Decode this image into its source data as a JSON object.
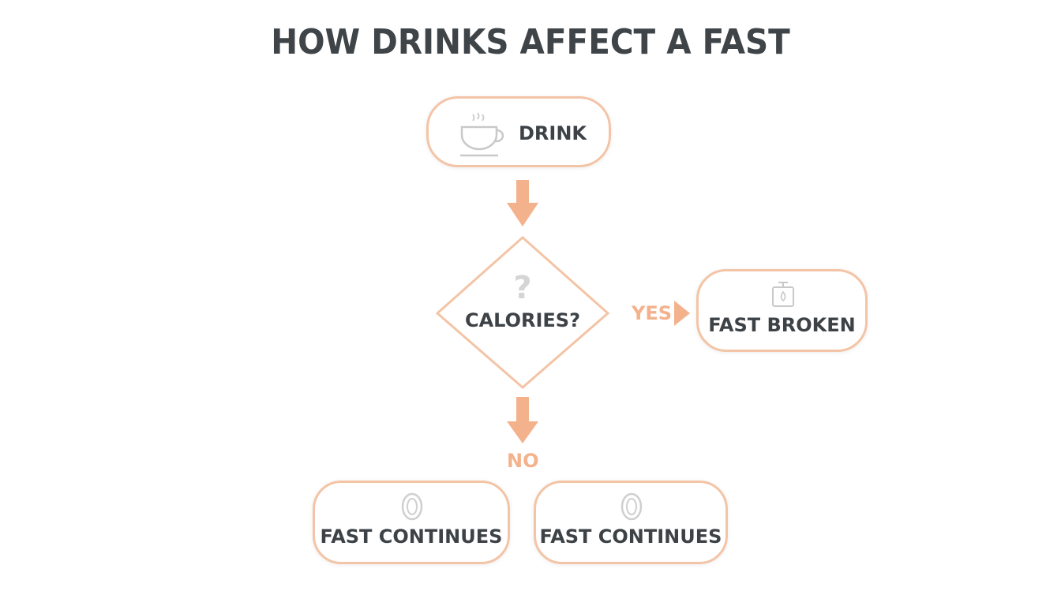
{
  "title": "HOW DRINKS AFFECT A FAST",
  "nodes": {
    "drink": {
      "label": "DRINK",
      "icon": "coffee-cup-icon"
    },
    "decision": {
      "label": "CALORIES?",
      "icon": "question-mark-icon"
    },
    "broken": {
      "label": "FAST BROKEN",
      "icon": "drop-vessel-icon"
    },
    "continue_1": {
      "label": "FAST CONTINUES",
      "icon": "zero-icon"
    },
    "continue_2": {
      "label": "FAST CONTINUES",
      "icon": "zero-icon"
    }
  },
  "edges": {
    "yes": "YES",
    "no": "NO"
  },
  "colors": {
    "accent": "#f4b28c",
    "border": "#f3c4a6",
    "text": "#3d4246",
    "icon": "#c9c9c9"
  }
}
